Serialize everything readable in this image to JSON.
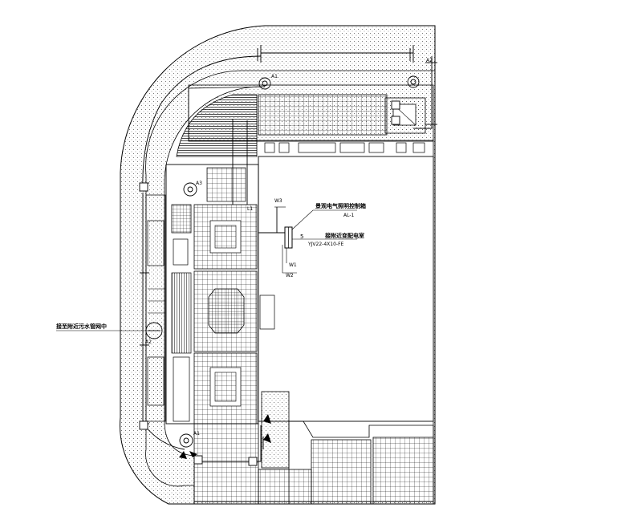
{
  "annotations": {
    "ann_lighting_box_title": "景观电气照明控制箱",
    "ann_lighting_box_code": "AL-1",
    "ann_power_source_title": "接附近变配电室",
    "ann_power_source_cable": "YJV22-4X10-FE",
    "ann_pump_text": "接至附近污水管网中"
  },
  "circuits": {
    "w1": "W1",
    "w2": "W2",
    "w3": "W3",
    "five": "5",
    "l1": "L1"
  },
  "fixture_tags": {
    "a1_top": "A1",
    "a2_right": "A2",
    "a3": "A3",
    "a1_bottom": "A1",
    "a2_left": "A2"
  },
  "colors": {
    "line": "#000000",
    "hatch_dot": "#555555",
    "background": "#ffffff"
  }
}
